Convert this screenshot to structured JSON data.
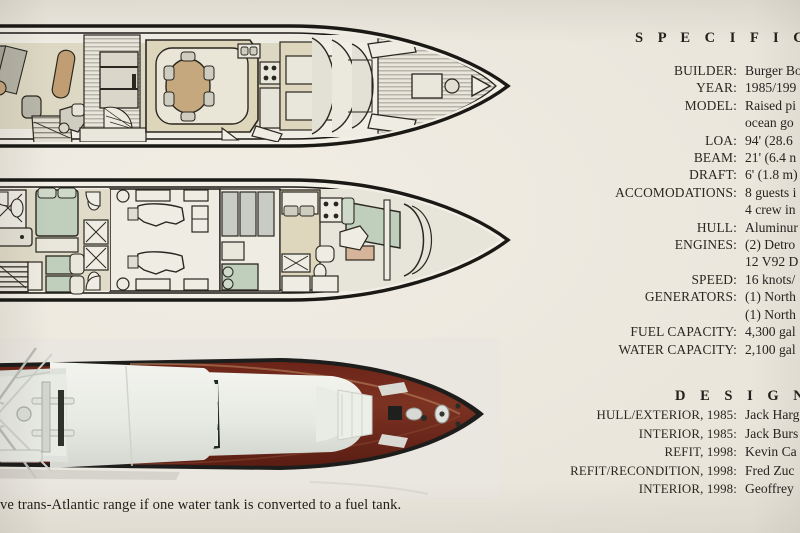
{
  "page": {
    "background_color": "#eae6dc",
    "ink_color": "#24211c"
  },
  "specifications": {
    "heading": "S P E C I F I C A T I O",
    "rows": [
      {
        "label": "BUILDER:",
        "value": "Burger Bo"
      },
      {
        "label": "YEAR:",
        "value": "1985/199"
      },
      {
        "label": "MODEL:",
        "value": "Raised pi",
        "value_cont": "ocean go"
      },
      {
        "label": "LOA:",
        "value": "94' (28.6 "
      },
      {
        "label": "BEAM:",
        "value": "21' (6.4 n"
      },
      {
        "label": "DRAFT:",
        "value": "6' (1.8 m)"
      },
      {
        "label": "ACCOMODATIONS:",
        "value": "8 guests i",
        "value_cont": "4 crew in"
      },
      {
        "label": "HULL:",
        "value": "Aluminur"
      },
      {
        "label": "ENGINES:",
        "value": "(2) Detro",
        "value_cont": "12 V92 D"
      },
      {
        "label": "SPEED:",
        "value": "16 knots/"
      },
      {
        "label": "GENERATORS:",
        "value": "(1) North",
        "value_cont": "(1) North"
      },
      {
        "label": "FUEL CAPACITY:",
        "value": "4,300 gal"
      },
      {
        "label": "WATER CAPACITY:",
        "value": "2,100 gal"
      }
    ]
  },
  "design": {
    "heading": "D E S I G N",
    "rows": [
      {
        "label": "HULL/EXTERIOR, 1985:",
        "value": "Jack Harg"
      },
      {
        "label": "INTERIOR, 1985:",
        "value": "Jack Burs"
      },
      {
        "label": "REFIT, 1998:",
        "value": "Kevin Ca"
      },
      {
        "label": "REFIT/RECONDITION, 1998:",
        "value": "Fred Zuc"
      },
      {
        "label": "INTERIOR, 1998:",
        "value": "Geoffrey"
      }
    ]
  },
  "caption": {
    "text": "ve trans-Atlantic range if one water tank is converted to a fuel tank."
  },
  "illustrations": {
    "upper_deck_plan": "upper-deck-plan-drawing",
    "lower_deck_plan": "lower-deck-plan-drawing",
    "photo": "yacht-aerial-photograph"
  }
}
